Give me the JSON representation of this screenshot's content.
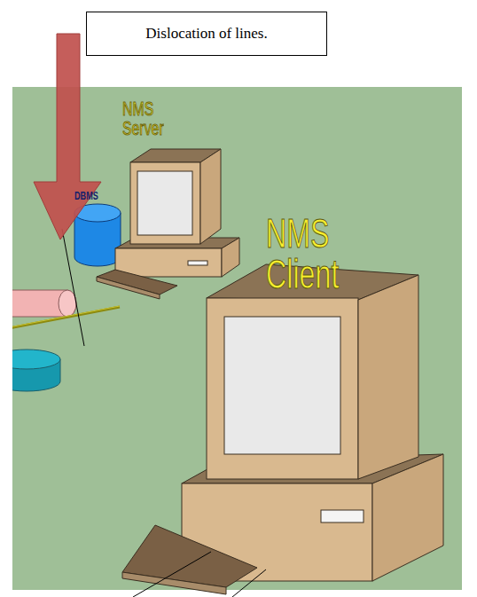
{
  "diagram": {
    "nodes": [
      {
        "text": [
          "Dislocation of lines."
        ]
      }
    ],
    "labels": [
      "NMS Server",
      "DBMS",
      "NMS Client"
    ]
  }
}
